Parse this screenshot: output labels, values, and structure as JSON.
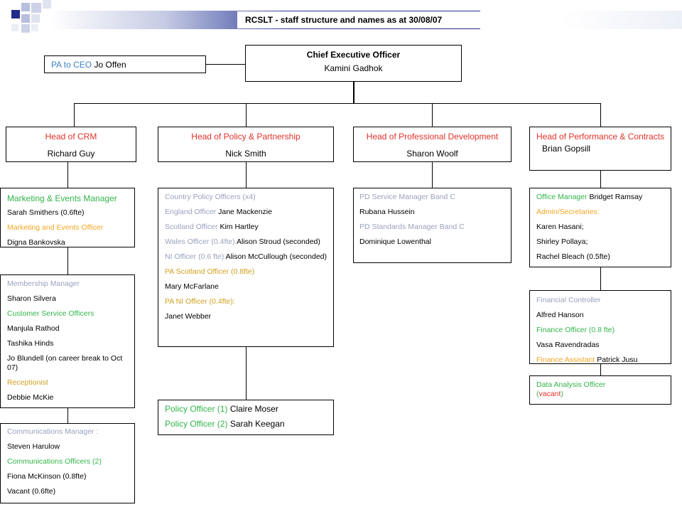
{
  "title": "RCSLT - staff structure and names as at 30/08/07",
  "pa": {
    "role": "PA to CEO",
    "name": "Jo Offen"
  },
  "ceo": {
    "role": "Chief Executive Officer",
    "name": "Kamini Gadhok"
  },
  "heads": {
    "crm": {
      "role": "Head of CRM",
      "name": "Richard Guy"
    },
    "policy": {
      "role": "Head of Policy & Partnership",
      "name": "Nick Smith"
    },
    "prodev": {
      "role": "Head of Professional Development",
      "name": "Sharon Woolf"
    },
    "perf": {
      "role": "Head of Performance & Contracts",
      "name": "Brian Gopsill"
    }
  },
  "marketing": {
    "manager_role": "Marketing & Events Manager",
    "manager_name": "Sarah Smithers (0.6fte)",
    "officer_role": "Marketing and Events Officer",
    "officer_name": "Digna Bankovska"
  },
  "membership": {
    "manager_role": "Membership Manager",
    "manager_name": "Sharon Silvera",
    "cso_role": "Customer Service Officers",
    "cso_names": [
      "Manjula Rathod",
      "Tashika Hinds",
      "Jo Blundell (on career break to Oct 07)"
    ],
    "receptionist_role": "Receptionist",
    "receptionist_name": "Debbie McKie"
  },
  "comms": {
    "manager_role": "Communications Manager :",
    "manager_name": "Steven Harulow",
    "officers_role": "Communications Officers (2)",
    "officer_names": [
      "Fiona McKinson (0.8fte)",
      "Vacant (0.6fte)"
    ]
  },
  "country": {
    "header": "Country Policy Officers (x4)",
    "england_role": "England Officer",
    "england_name": "Jane Mackenzie",
    "scotland_role": "Scotland Officer",
    "scotland_name": "Kim Hartley",
    "wales_role": "Wales Officer (0.4fte)",
    "wales_name": "Alison Stroud (seconded)",
    "ni_role": "NI Officer  (0.6 fte)",
    "ni_name": "Alison McCullough (seconded)",
    "pa_scotland_role": "PA  Scotland Officer (0.8fte)",
    "pa_scotland_name": "Mary McFarlane",
    "pa_ni_role": "PA NI Officer (0.4fte):",
    "pa_ni_name": "Janet Webber"
  },
  "policy_officers": {
    "p1_role": "Policy Officer (1)",
    "p1_name": "Claire Moser",
    "p2_role": "Policy Officer (2)",
    "p2_name": "Sarah Keegan"
  },
  "pd": {
    "svc_role": "PD Service Manager Band C",
    "svc_name": "Rubana Hussein",
    "std_role": "PD Standards Manager Band C",
    "std_name": "Dominique Lowenthal"
  },
  "office": {
    "manager_role": "Office Manager",
    "manager_name": "Bridget Ramsay",
    "secretaries_role": "Admin/Secretaries:",
    "secretary_names": [
      "Karen Hasani;",
      "Shirley Pollaya;",
      "Rachel Bleach (0.5fte)"
    ]
  },
  "finance": {
    "controller_role": "Financial Controller",
    "controller_name": "Alfred Hanson",
    "officer_role": "Finance Officer (0.8 fte)",
    "officer_name": "Vasa Ravendradas",
    "assistant_role": "Finance Assistant",
    "assistant_name": "Patrick Jusu"
  },
  "data_analysis": {
    "role": "Data Analysis Officer",
    "open_paren": "(",
    "status": "vacant",
    "close_paren": ")"
  },
  "colors": {
    "role_red": "#e0312a",
    "role_green": "#33b54a",
    "role_gray": "#9aa0bf",
    "role_orange": "#f5a623",
    "role_blue": "#3d80c8",
    "banner_blue": "#1f2a8a",
    "banner_light": "#b8bedd"
  }
}
